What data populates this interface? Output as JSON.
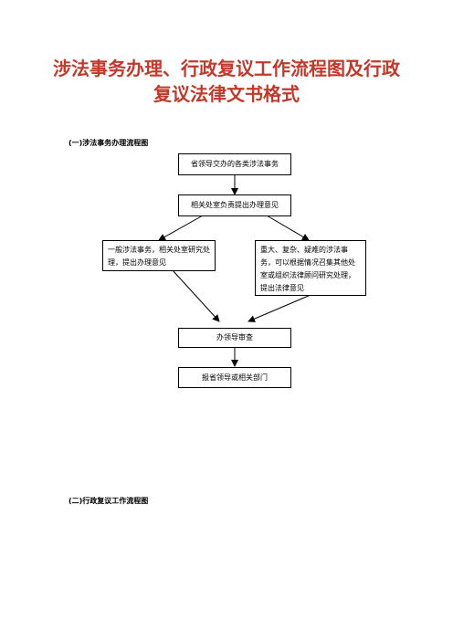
{
  "title_line1": "涉法事务办理、行政复议工作流程图及行政",
  "title_line2": "复议法律文书格式",
  "section1_heading": "(一)涉法事务办理流程图",
  "section2_heading": "(二)行政复议工作流程图",
  "flowchart": {
    "node_start": "省领导交办的各类涉法事务",
    "node_dept": "相关处室负责提出办理意见",
    "node_general": "一般涉法事务，相关处室研究处理，提出办理意见",
    "node_major": "重大、复杂、疑难的涉法事务，可以根据情况召集其他处室或组织法律顾问研究处理，提出法律意见",
    "node_review": "办领导审查",
    "node_report": "报省领导或相关部门"
  }
}
